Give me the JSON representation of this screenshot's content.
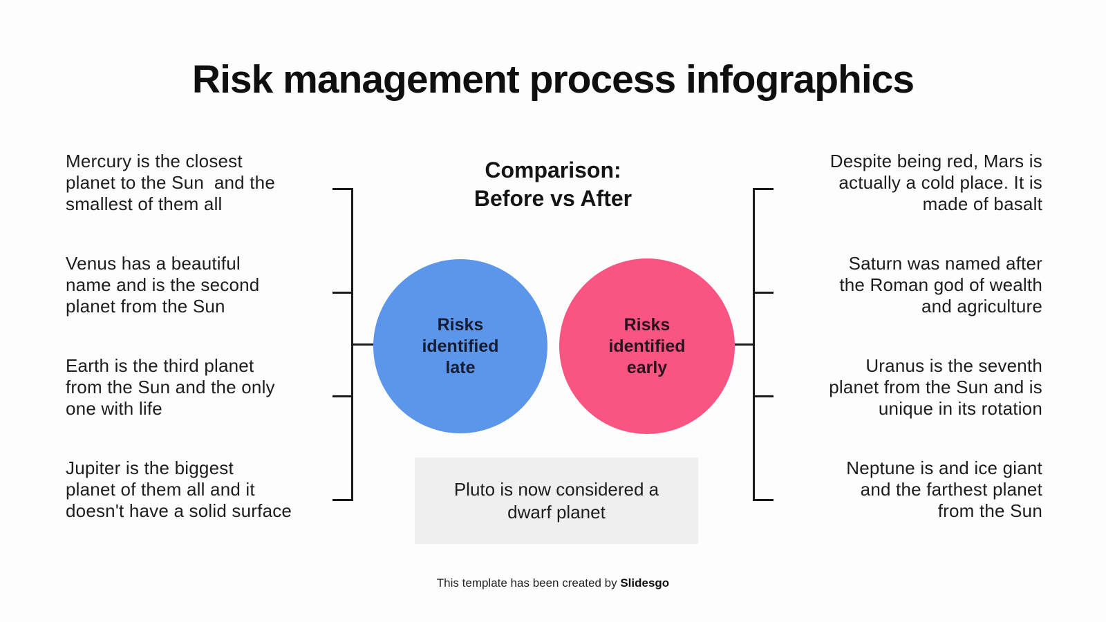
{
  "slide": {
    "title": "Risk management process infographics",
    "heading": "Comparison:\nBefore vs After",
    "left_items": [
      "Mercury is the closest\nplanet to the Sun  and the\nsmallest of them all",
      "Venus has a beautiful\nname and is the second\nplanet from the Sun",
      "Earth is the third planet\nfrom the Sun and the only\none with life",
      "Jupiter is the biggest\nplanet of them all and it\ndoesn't have a solid surface"
    ],
    "right_items": [
      "Despite being red, Mars is\nactually a cold place. It is\nmade of basalt",
      "Saturn was named after\nthe Roman god of wealth\nand agriculture",
      "Uranus is the seventh\nplanet from the Sun and is\nunique in its rotation",
      "Neptune is and ice giant\nand the farthest planet\nfrom the Sun"
    ],
    "circles": [
      {
        "label": "Risks\nidentified\nlate",
        "color": "#5c96ea",
        "label_color": "#161d33"
      },
      {
        "label": "Risks\nidentified\nearly",
        "color": "#fa5582",
        "label_color": "#2a121e"
      }
    ],
    "note": {
      "text": "Pluto is now considered a\ndwarf planet",
      "background": "#efefef"
    },
    "footer": {
      "text": "This template has been created by ",
      "brand": "Slidesgo"
    }
  }
}
